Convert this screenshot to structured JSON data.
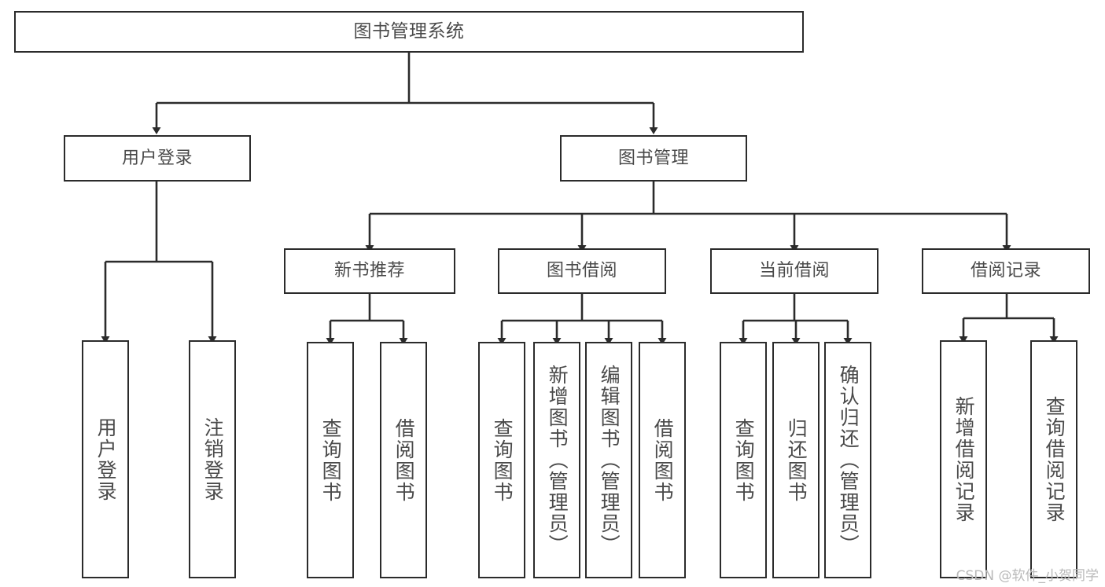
{
  "diagram": {
    "title": "图书管理系统",
    "type": "tree-hierarchy-chart",
    "watermark": "CSDN @软件_小贺同学",
    "colors": {
      "background": "#ffffff",
      "box_border": "#2b2b2b",
      "text": "#4a4a4a",
      "connector": "#2b2b2b",
      "watermark": "#b9b9b9"
    },
    "root": {
      "label": "图书管理系统"
    },
    "level2": [
      {
        "label": "用户登录"
      },
      {
        "label": "图书管理"
      }
    ],
    "level3": [
      {
        "label": "新书推荐"
      },
      {
        "label": "图书借阅"
      },
      {
        "label": "当前借阅"
      },
      {
        "label": "借阅记录"
      }
    ],
    "leaves": {
      "user_login": [
        {
          "label": "用户登录"
        },
        {
          "label": "注销登录"
        }
      ],
      "new_book_recommend": [
        {
          "label": "查询图书"
        },
        {
          "label": "借阅图书"
        }
      ],
      "book_borrow": [
        {
          "label": "查询图书"
        },
        {
          "label": "新增图书（管理员）"
        },
        {
          "label": "编辑图书（管理员）"
        },
        {
          "label": "借阅图书"
        }
      ],
      "current_borrow": [
        {
          "label": "查询图书"
        },
        {
          "label": "归还图书"
        },
        {
          "label": "确认归还（管理员）"
        }
      ],
      "borrow_record": [
        {
          "label": "新增借阅记录"
        },
        {
          "label": "查询借阅记录"
        }
      ]
    }
  }
}
